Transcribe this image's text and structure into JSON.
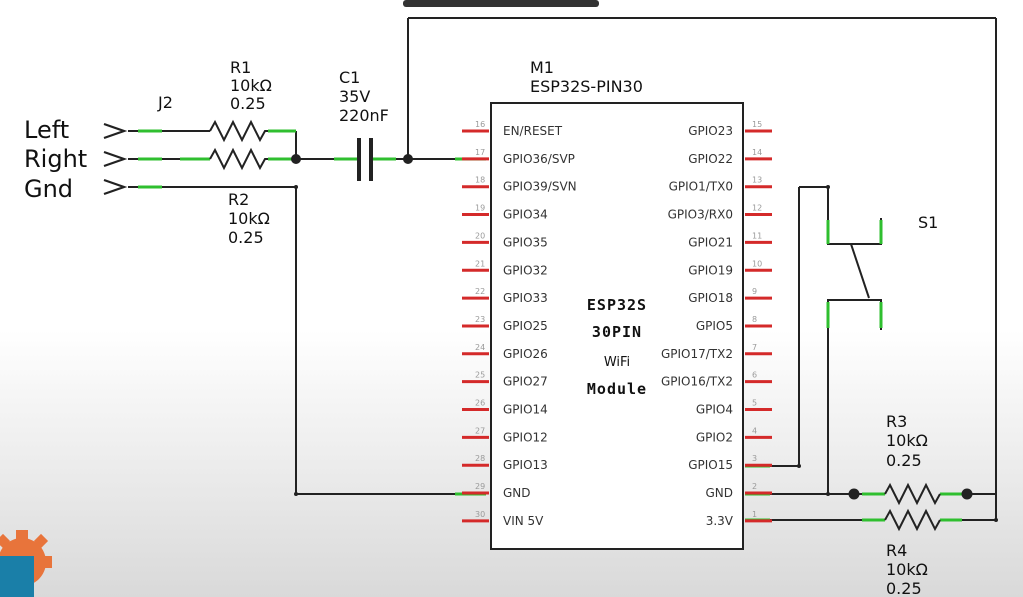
{
  "connector": {
    "ref": "J2",
    "inputs": [
      "Left",
      "Right",
      "Gnd"
    ]
  },
  "resistors": [
    {
      "ref": "R1",
      "value": "10kΩ",
      "rating": "0.25"
    },
    {
      "ref": "R2",
      "value": "10kΩ",
      "rating": "0.25"
    },
    {
      "ref": "R3",
      "value": "10kΩ",
      "rating": "0.25"
    },
    {
      "ref": "R4",
      "value": "10kΩ",
      "rating": "0.25"
    }
  ],
  "capacitor": {
    "ref": "C1",
    "voltage": "35V",
    "value": "220nF"
  },
  "switch": {
    "ref": "S1"
  },
  "module": {
    "ref": "M1",
    "part": "ESP32S-PIN30",
    "label_lines": [
      "ESP32S",
      "30PIN",
      "WiFi",
      "Module"
    ],
    "left_pins": [
      {
        "num": "16",
        "name": "EN/RESET"
      },
      {
        "num": "17",
        "name": "GPIO36/SVP"
      },
      {
        "num": "18",
        "name": "GPIO39/SVN"
      },
      {
        "num": "19",
        "name": "GPIO34"
      },
      {
        "num": "20",
        "name": "GPIO35"
      },
      {
        "num": "21",
        "name": "GPIO32"
      },
      {
        "num": "22",
        "name": "GPIO33"
      },
      {
        "num": "23",
        "name": "GPIO25"
      },
      {
        "num": "24",
        "name": "GPIO26"
      },
      {
        "num": "25",
        "name": "GPIO27"
      },
      {
        "num": "26",
        "name": "GPIO14"
      },
      {
        "num": "27",
        "name": "GPIO12"
      },
      {
        "num": "28",
        "name": "GPIO13"
      },
      {
        "num": "29",
        "name": "GND"
      },
      {
        "num": "30",
        "name": "VIN 5V"
      }
    ],
    "right_pins": [
      {
        "num": "15",
        "name": "GPIO23"
      },
      {
        "num": "14",
        "name": "GPIO22"
      },
      {
        "num": "13",
        "name": "GPIO1/TX0"
      },
      {
        "num": "12",
        "name": "GPIO3/RX0"
      },
      {
        "num": "11",
        "name": "GPIO21"
      },
      {
        "num": "10",
        "name": "GPIO19"
      },
      {
        "num": "9",
        "name": "GPIO18"
      },
      {
        "num": "8",
        "name": "GPIO5"
      },
      {
        "num": "7",
        "name": "GPIO17/TX2"
      },
      {
        "num": "6",
        "name": "GPIO16/TX2"
      },
      {
        "num": "5",
        "name": "GPIO4"
      },
      {
        "num": "4",
        "name": "GPIO2"
      },
      {
        "num": "3",
        "name": "GPIO15"
      },
      {
        "num": "2",
        "name": "GND"
      },
      {
        "num": "1",
        "name": "3.3V"
      }
    ]
  },
  "colors": {
    "wire": "#222222",
    "pin": "#d42a2a",
    "connection": "#2fbf2f"
  }
}
